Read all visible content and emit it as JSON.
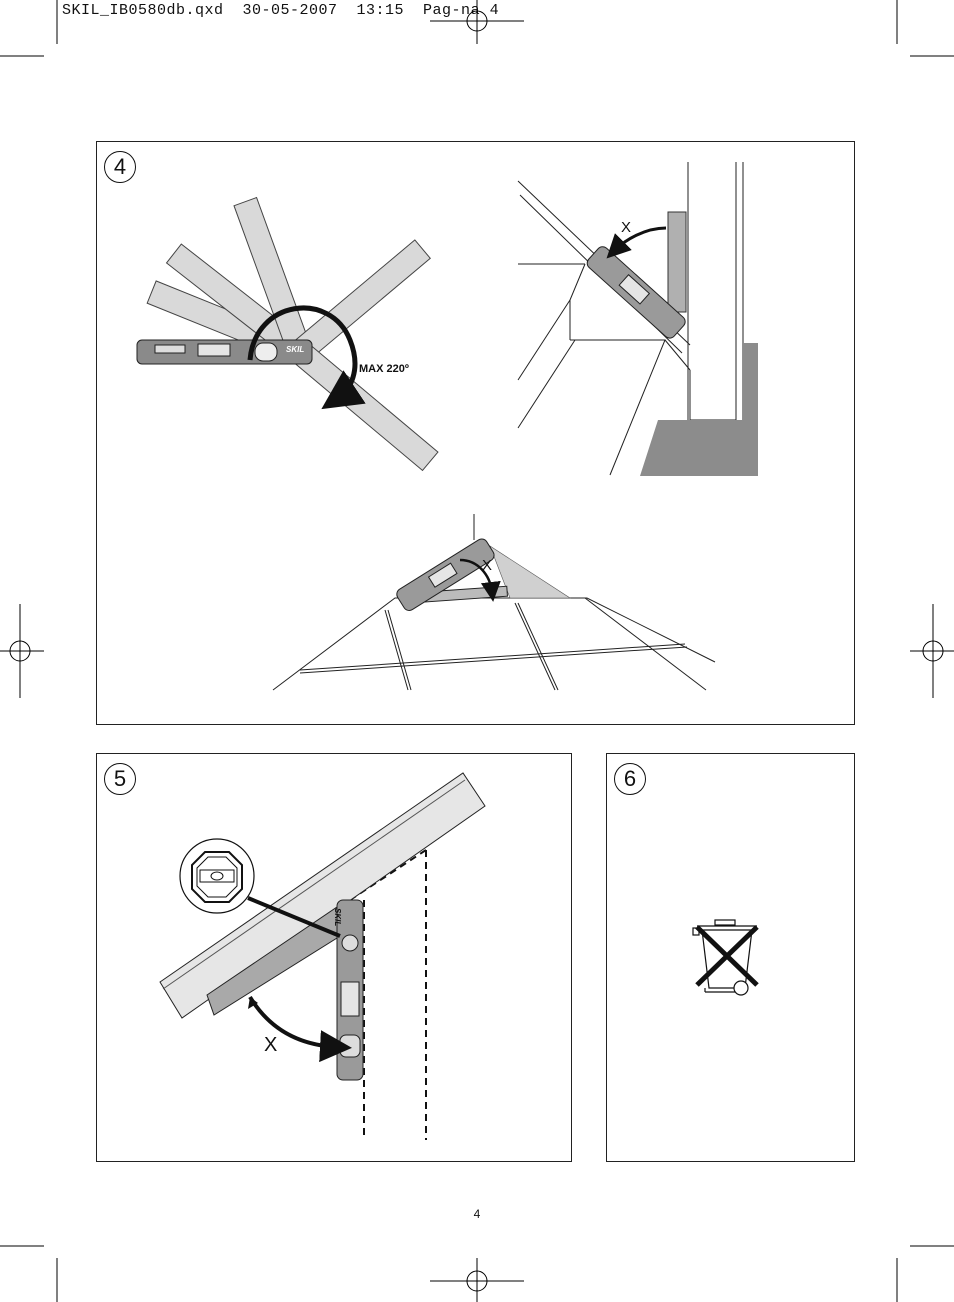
{
  "header": {
    "file_info": "SKIL_IB0580db.qxd  30-05-2007  13:15  Pag-na 4"
  },
  "figures": [
    {
      "number": "4",
      "labels": {
        "angle": "MAX 220º",
        "x_top": "X",
        "x_bottom": "X"
      },
      "brand": "SKIL"
    },
    {
      "number": "5",
      "labels": {
        "x": "X"
      },
      "brand": "SKIL"
    },
    {
      "number": "6"
    }
  ],
  "footer": {
    "page_number": "4"
  }
}
